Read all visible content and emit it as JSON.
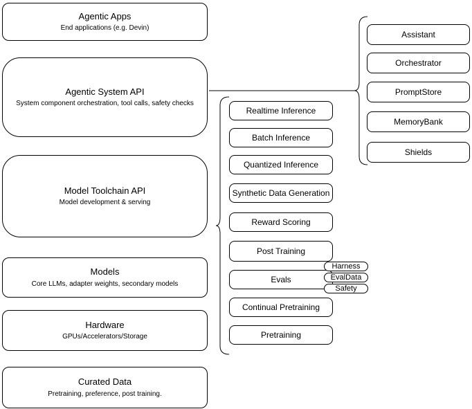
{
  "diagram_title": "Agentic AI stack diagram",
  "colors": {
    "background": "#ffffff",
    "stroke": "#000000",
    "text": "#000000"
  },
  "left_stack": [
    {
      "title": "Agentic Apps",
      "subtitle": "End applications (e.g. Devin)"
    },
    {
      "title": "Agentic System API",
      "subtitle": "System component orchestration, tool calls, safety checks"
    },
    {
      "title": "Model Toolchain API",
      "subtitle": "Model development & serving"
    },
    {
      "title": "Models",
      "subtitle": "Core LLMs, adapter weights, secondary models"
    },
    {
      "title": "Hardware",
      "subtitle": "GPUs/Accelerators/Storage"
    },
    {
      "title": "Curated Data",
      "subtitle": "Pretraining, preference, post training."
    }
  ],
  "toolchain_items": [
    {
      "label": "Realtime Inference"
    },
    {
      "label": "Batch Inference"
    },
    {
      "label": "Quantized Inference"
    },
    {
      "label": "Synthetic Data Generation"
    },
    {
      "label": "Reward Scoring"
    },
    {
      "label": "Post Training"
    },
    {
      "label": "Evals"
    },
    {
      "label": "Continual Pretraining"
    },
    {
      "label": "Pretraining"
    }
  ],
  "eval_pills": [
    {
      "label": "Harness"
    },
    {
      "label": "EvalData"
    },
    {
      "label": "Safety"
    }
  ],
  "system_components": [
    {
      "label": "Assistant"
    },
    {
      "label": "Orchestrator"
    },
    {
      "label": "PromptStore"
    },
    {
      "label": "MemoryBank"
    },
    {
      "label": "Shields"
    }
  ]
}
